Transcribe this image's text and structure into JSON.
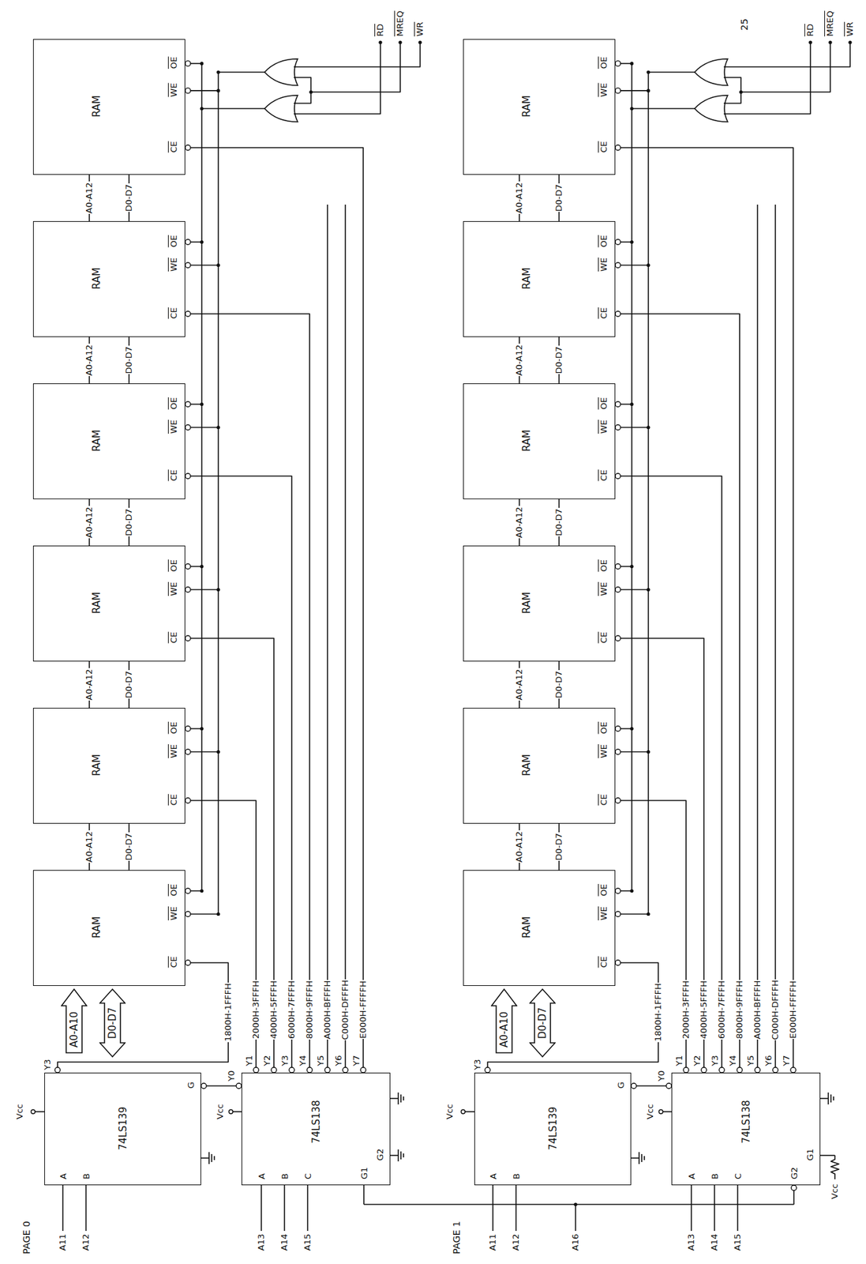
{
  "diagram": {
    "nodes": [
      {
        "text": [
          "74LS139",
          "A",
          "B",
          "G"
        ]
      },
      {
        "text": [
          "74LS138",
          "A",
          "B",
          "C",
          "G1",
          "G2"
        ]
      },
      {
        "text": [
          "A0-A10"
        ]
      },
      {
        "text": [
          "D0-D7"
        ]
      },
      {
        "text": [
          "RAM",
          "OE",
          "WE",
          "CE"
        ]
      },
      {
        "text": [
          "RAM",
          "OE",
          "WE",
          "CE"
        ]
      },
      {
        "text": [
          "RAM",
          "OE",
          "WE",
          "CE"
        ]
      },
      {
        "text": [
          "RAM",
          "OE",
          "WE",
          "CE"
        ]
      },
      {
        "text": [
          "RAM",
          "OE",
          "WE",
          "CE"
        ]
      },
      {
        "text": [
          "RAM",
          "OE",
          "WE",
          "CE"
        ]
      },
      {
        "text": [
          "74LS139",
          "A",
          "B",
          "G"
        ]
      },
      {
        "text": [
          "74LS138",
          "A",
          "B",
          "C",
          "G1",
          "G2"
        ]
      },
      {
        "text": [
          "A0-A10"
        ]
      },
      {
        "text": [
          "D0-D7"
        ]
      },
      {
        "text": [
          "RAM",
          "OE",
          "WE",
          "CE"
        ]
      },
      {
        "text": [
          "RAM",
          "OE",
          "WE",
          "CE"
        ]
      },
      {
        "text": [
          "RAM",
          "OE",
          "WE",
          "CE"
        ]
      },
      {
        "text": [
          "RAM",
          "OE",
          "WE",
          "CE"
        ]
      },
      {
        "text": [
          "RAM",
          "OE",
          "WE",
          "CE"
        ]
      },
      {
        "text": [
          "RAM",
          "OE",
          "WE",
          "CE"
        ]
      }
    ],
    "edges": [
      {
        "from": 0,
        "to": 1,
        "arrow": "none"
      },
      {
        "from": 0,
        "to": 4,
        "label": "1800H-1FFFH",
        "arrow": "none"
      },
      {
        "from": 1,
        "to": 5,
        "label": "2000H-3FFFH",
        "arrow": "none"
      },
      {
        "from": 1,
        "to": 6,
        "label": "4000H-5FFFH",
        "arrow": "none"
      },
      {
        "from": 1,
        "to": 7,
        "label": "6000H-7FFFH",
        "arrow": "none"
      },
      {
        "from": 1,
        "to": 8,
        "label": "8000H-9FFFH",
        "arrow": "none"
      },
      {
        "from": 1,
        "to": 9,
        "label": "E000H-FFFFH",
        "arrow": "none"
      },
      {
        "from": 4,
        "to": 5,
        "label": "A0-A12",
        "arrow": "none"
      },
      {
        "from": 4,
        "to": 5,
        "label": "D0-D7",
        "arrow": "none"
      },
      {
        "from": 5,
        "to": 6,
        "label": "A0-A12",
        "arrow": "none"
      },
      {
        "from": 5,
        "to": 6,
        "label": "D0-D7",
        "arrow": "none"
      },
      {
        "from": 6,
        "to": 7,
        "label": "A0-A12",
        "arrow": "none"
      },
      {
        "from": 6,
        "to": 7,
        "label": "D0-D7",
        "arrow": "none"
      },
      {
        "from": 7,
        "to": 8,
        "label": "A0-A12",
        "arrow": "none"
      },
      {
        "from": 7,
        "to": 8,
        "label": "D0-D7",
        "arrow": "none"
      },
      {
        "from": 8,
        "to": 9,
        "label": "A0-A12",
        "arrow": "none"
      },
      {
        "from": 8,
        "to": 9,
        "label": "D0-D7",
        "arrow": "none"
      },
      {
        "from": 10,
        "to": 11,
        "arrow": "none"
      },
      {
        "from": 10,
        "to": 14,
        "label": "1800H-1FFFH",
        "arrow": "none"
      },
      {
        "from": 11,
        "to": 15,
        "label": "2000H-3FFFH",
        "arrow": "none"
      },
      {
        "from": 11,
        "to": 16,
        "label": "4000H-5FFFH",
        "arrow": "none"
      },
      {
        "from": 11,
        "to": 17,
        "label": "6000H-7FFFH",
        "arrow": "none"
      },
      {
        "from": 11,
        "to": 18,
        "label": "8000H-9FFFH",
        "arrow": "none"
      },
      {
        "from": 11,
        "to": 19,
        "label": "E000H-FFFFH",
        "arrow": "none"
      },
      {
        "from": 14,
        "to": 15,
        "label": "A0-A12",
        "arrow": "none"
      },
      {
        "from": 14,
        "to": 15,
        "label": "D0-D7",
        "arrow": "none"
      },
      {
        "from": 15,
        "to": 16,
        "label": "A0-A12",
        "arrow": "none"
      },
      {
        "from": 15,
        "to": 16,
        "label": "D0-D7",
        "arrow": "none"
      },
      {
        "from": 16,
        "to": 17,
        "label": "A0-A12",
        "arrow": "none"
      },
      {
        "from": 16,
        "to": 17,
        "label": "D0-D7",
        "arrow": "none"
      },
      {
        "from": 17,
        "to": 18,
        "label": "A0-A12",
        "arrow": "none"
      },
      {
        "from": 17,
        "to": 18,
        "label": "D0-D7",
        "arrow": "none"
      },
      {
        "from": 18,
        "to": 19,
        "label": "A0-A12",
        "arrow": "none"
      },
      {
        "from": 18,
        "to": 19,
        "label": "D0-D7",
        "arrow": "none"
      }
    ],
    "labels": [
      "PAGE 0",
      "A11",
      "A12",
      "Vcc",
      "Y3",
      "A13",
      "A14",
      "A15",
      "Vcc",
      "Y0",
      "Y1",
      "Y2",
      "Y3",
      "Y4",
      "Y5",
      "Y6",
      "Y7",
      "A000H-BFFFH",
      "C000H-DFFFH",
      "RD",
      "MREQ",
      "WR",
      "PAGE 1",
      "A11",
      "A12",
      "Vcc",
      "Y3",
      "A13",
      "A14",
      "A15",
      "A16",
      "Vcc",
      "Vcc",
      "Y0",
      "Y1",
      "Y2",
      "Y3",
      "Y4",
      "Y5",
      "Y6",
      "Y7",
      "A000H-BFFFH",
      "C000H-DFFFH",
      "25",
      "RD",
      "MREQ",
      "WR"
    ]
  }
}
